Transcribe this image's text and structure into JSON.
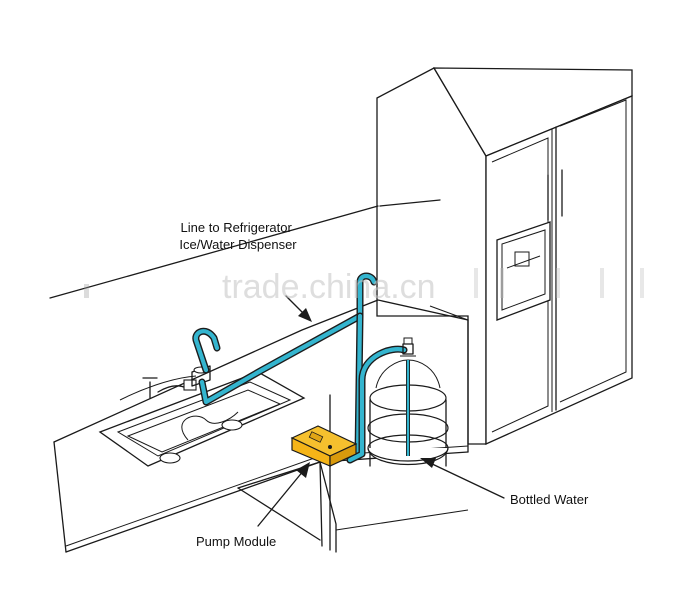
{
  "labels": {
    "line_to_refrigerator": [
      "Line to Refrigerator",
      "Ice/Water Dispenser"
    ],
    "bottled_water": "Bottled Water",
    "pump_module": "Pump Module"
  },
  "watermark": "trade.china.cn",
  "colors": {
    "water_line": "#34b5cf",
    "pump_module": "#f5b417",
    "outline": "#1a1a1a"
  },
  "icons": {
    "refrigerator": "side-by-side-refrigerator",
    "sink": "kitchen-sink",
    "faucet": "faucet",
    "bottle": "water-bottle-in-rack",
    "pump": "pump-module"
  }
}
